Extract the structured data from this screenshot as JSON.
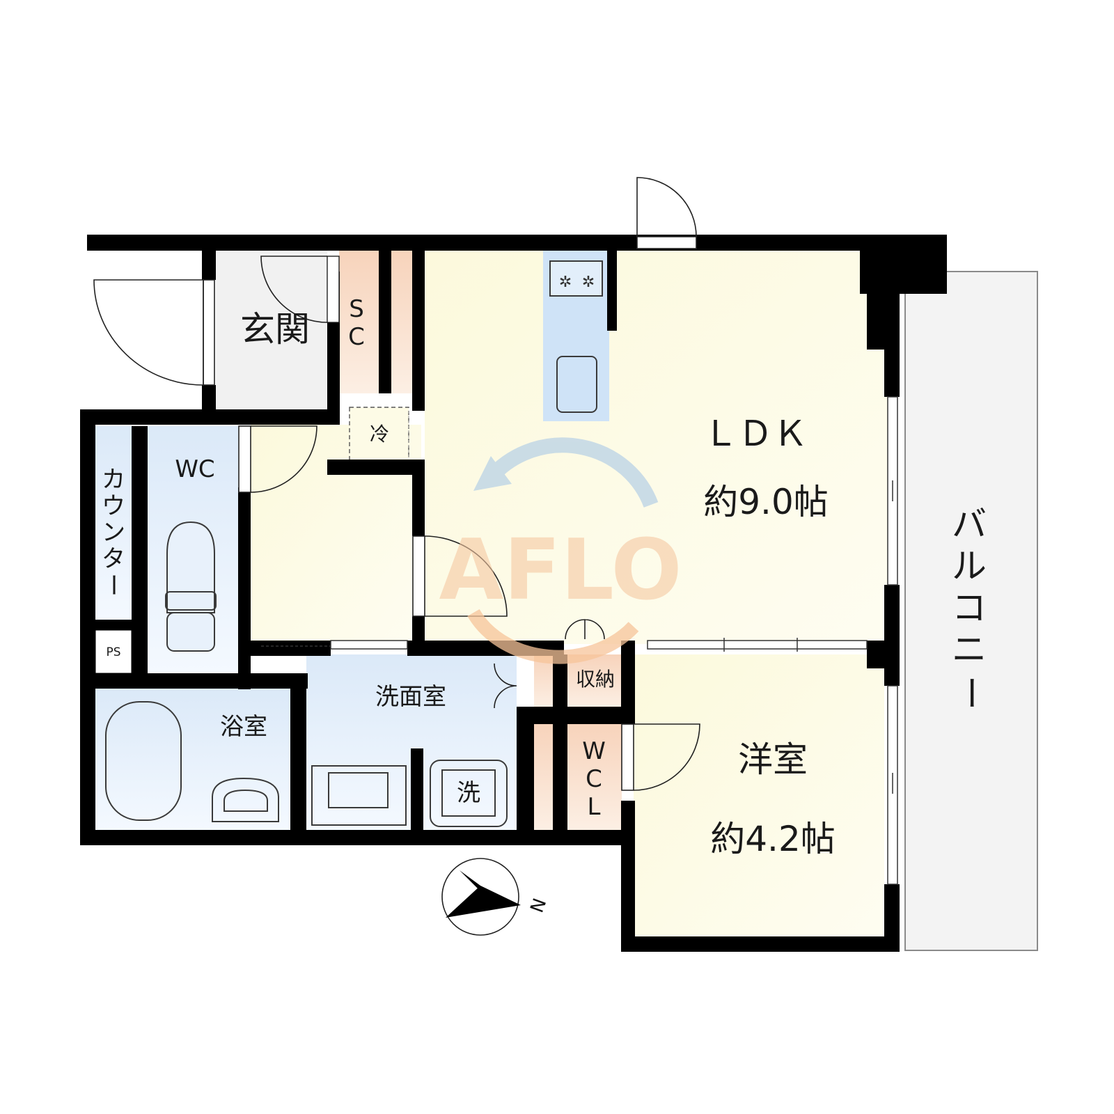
{
  "rooms": {
    "entrance": "玄関",
    "shoe_closet": [
      "S",
      "C"
    ],
    "refrigerator": "冷",
    "ldk": "ＬＤＫ",
    "ldk_size": "約9.0帖",
    "wc": "WC",
    "counter": [
      "カ",
      "ウ",
      "ン",
      "タ",
      "ー"
    ],
    "ps": "PS",
    "bathroom": "浴室",
    "washroom": "洗面室",
    "washer": "洗",
    "storage": "収納",
    "wcl": [
      "W",
      "C",
      "L"
    ],
    "western_room": "洋室",
    "western_size": "約4.2帖",
    "balcony": [
      "バ",
      "ル",
      "コ",
      "ニ",
      "ー"
    ]
  },
  "compass": {
    "north_label": "N"
  },
  "watermark": "AFLO",
  "colors": {
    "wall": "#000000",
    "ldk_fill": "#fdfbe6",
    "entrance_fill": "#f1f1f1",
    "storage_fill": "#f8dcc6",
    "wet_area_fill": "#e3eefa",
    "balcony_fill": "#f3f3f3",
    "kitchen_fill": "#cfe3f7",
    "watermark_orange": "#f7c59a",
    "watermark_blue": "#b9d2e6"
  }
}
